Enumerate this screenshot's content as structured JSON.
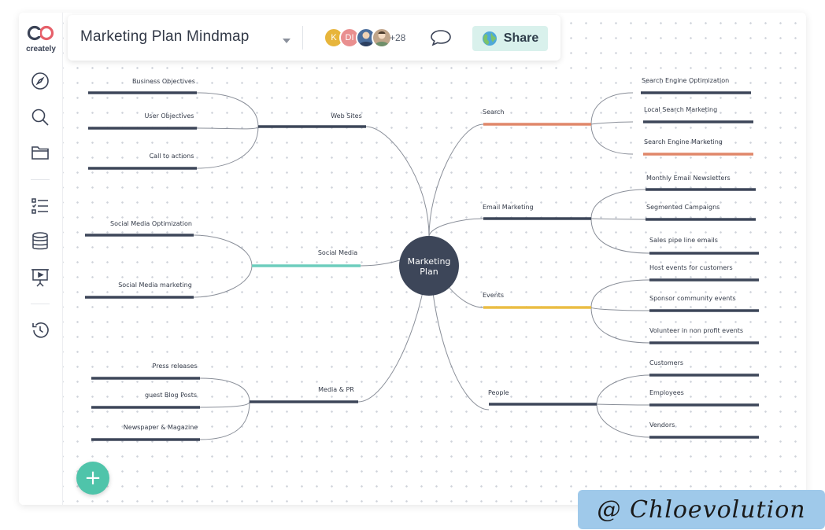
{
  "app": {
    "logo_text": "creately",
    "title": "Marketing Plan Mindmap",
    "collaborators": [
      {
        "initial": "K",
        "color": "#e7b53b"
      },
      {
        "initial": "DI",
        "color": "#e98f8f"
      },
      {
        "initial": "",
        "color": "#4a6d9c"
      },
      {
        "initial": "",
        "color": "#c0a58a"
      }
    ],
    "collaborator_extra": "+28",
    "share_label": "Share",
    "add_label": "+"
  },
  "sidebar": {
    "icons": [
      "compass-icon",
      "search-icon",
      "folder-icon",
      "checklist-icon",
      "database-icon",
      "presentation-icon",
      "history-icon"
    ]
  },
  "mindmap": {
    "center": "Marketing Plan",
    "center_lines": [
      "Marketing",
      "Plan"
    ],
    "left_branches": [
      {
        "label": "Web Sites",
        "color": "#3d4659",
        "children": [
          "Business Objectives",
          "User Objectives",
          "Call to actions"
        ]
      },
      {
        "label": "Social Media",
        "color": "#6dcdbd",
        "children": [
          "Social Media Optimization",
          "Social Media marketing"
        ]
      },
      {
        "label": "Media & PR",
        "color": "#3d4659",
        "children": [
          "Press releases",
          "guest Blog Posts",
          "Newspaper & Magazine"
        ]
      }
    ],
    "right_branches": [
      {
        "label": "Search",
        "color": "#e0876a",
        "children": [
          "Search Engine Optimization",
          "Local Search Marketing",
          "Search Engine Marketing"
        ]
      },
      {
        "label": "Email Marketing",
        "color": "#3d4659",
        "children": [
          "Monthly Email Newsletters",
          "Segmented Campaigns",
          "Sales pipe line emails"
        ]
      },
      {
        "label": "Events",
        "color": "#ebbd45",
        "children": [
          "Host events for customers",
          "Sponsor community events",
          "Volunteer in non profit events"
        ]
      },
      {
        "label": "People",
        "color": "#3d4659",
        "children": [
          "Customers",
          "Employees",
          "Vendors"
        ]
      }
    ],
    "child_color_default": "#3d4659",
    "highlight_child": {
      "branch": "Search",
      "child": "Search Engine Marketing",
      "color": "#e0876a"
    }
  },
  "watermark": "@ Chloevolution"
}
